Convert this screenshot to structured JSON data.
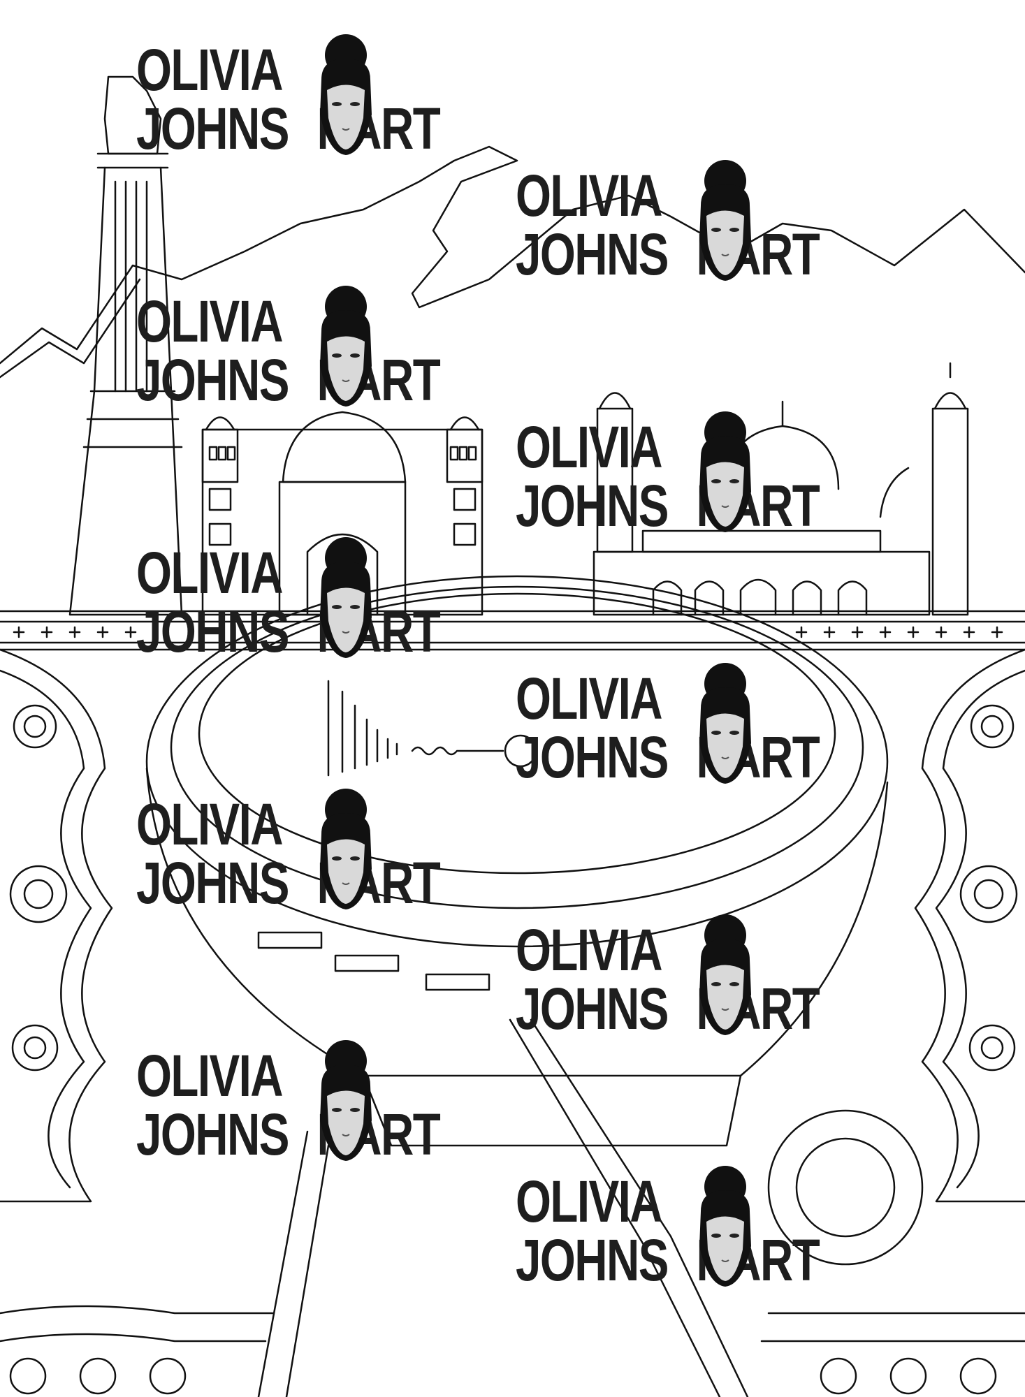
{
  "artwork": {
    "subject": "coloring page line art",
    "line_color": "#111111",
    "background": "#ffffff"
  },
  "watermark": {
    "line1": "OLIVIA",
    "line2": "JOHNS",
    "line2_tail": "NART",
    "text_color": "#1e1e1e",
    "icon": "woman-portrait-icon",
    "repeats": 10
  }
}
